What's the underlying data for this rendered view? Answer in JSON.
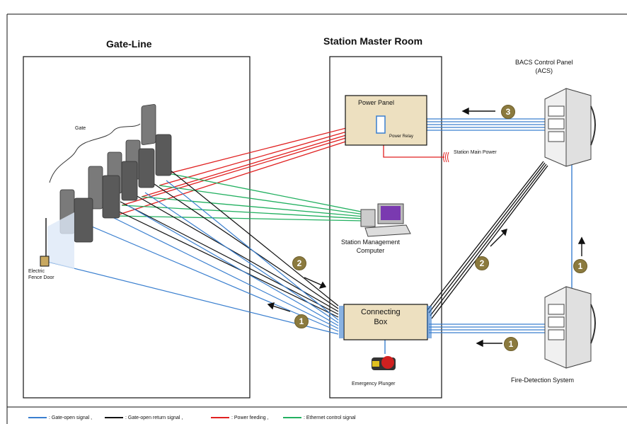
{
  "sections": {
    "gate_line": "Gate-Line",
    "station_master_room": "Station Master Room"
  },
  "labels": {
    "gate": "Gate",
    "electric_fence_door": "Electric\nFence Door",
    "power_panel": "Power Panel",
    "power_relay": "Power Relay",
    "station_main_power": "Station Main Power",
    "station_management_computer": "Station Management\nComputer",
    "connecting_box": "Connecting\nBox",
    "emergency_plunger": "Emergency Plunger",
    "bacs_control_panel": "BACS Control Panel\n(ACS)",
    "fire_detection_system": "Fire-Detection System"
  },
  "badges": {
    "b1_left": "1",
    "b2_left": "2",
    "b3_top": "3",
    "b2_right": "2",
    "b1_bottom_right": "1",
    "b1_vertical": "1"
  },
  "legend": [
    {
      "label": ": Gate-open signal ,",
      "color": "#3a7fcf"
    },
    {
      "label": ": Gate-open return signal ,",
      "color": "#111111"
    },
    {
      "label": ": Power feeding ,",
      "color": "#e02020"
    },
    {
      "label": ": Ethernet control signal",
      "color": "#22b060"
    }
  ],
  "colors": {
    "blue": "#3a7fcf",
    "black": "#111111",
    "red": "#e02020",
    "green": "#22b060",
    "badge": "#8b7a3e",
    "panel_fill": "#ede0c0"
  }
}
